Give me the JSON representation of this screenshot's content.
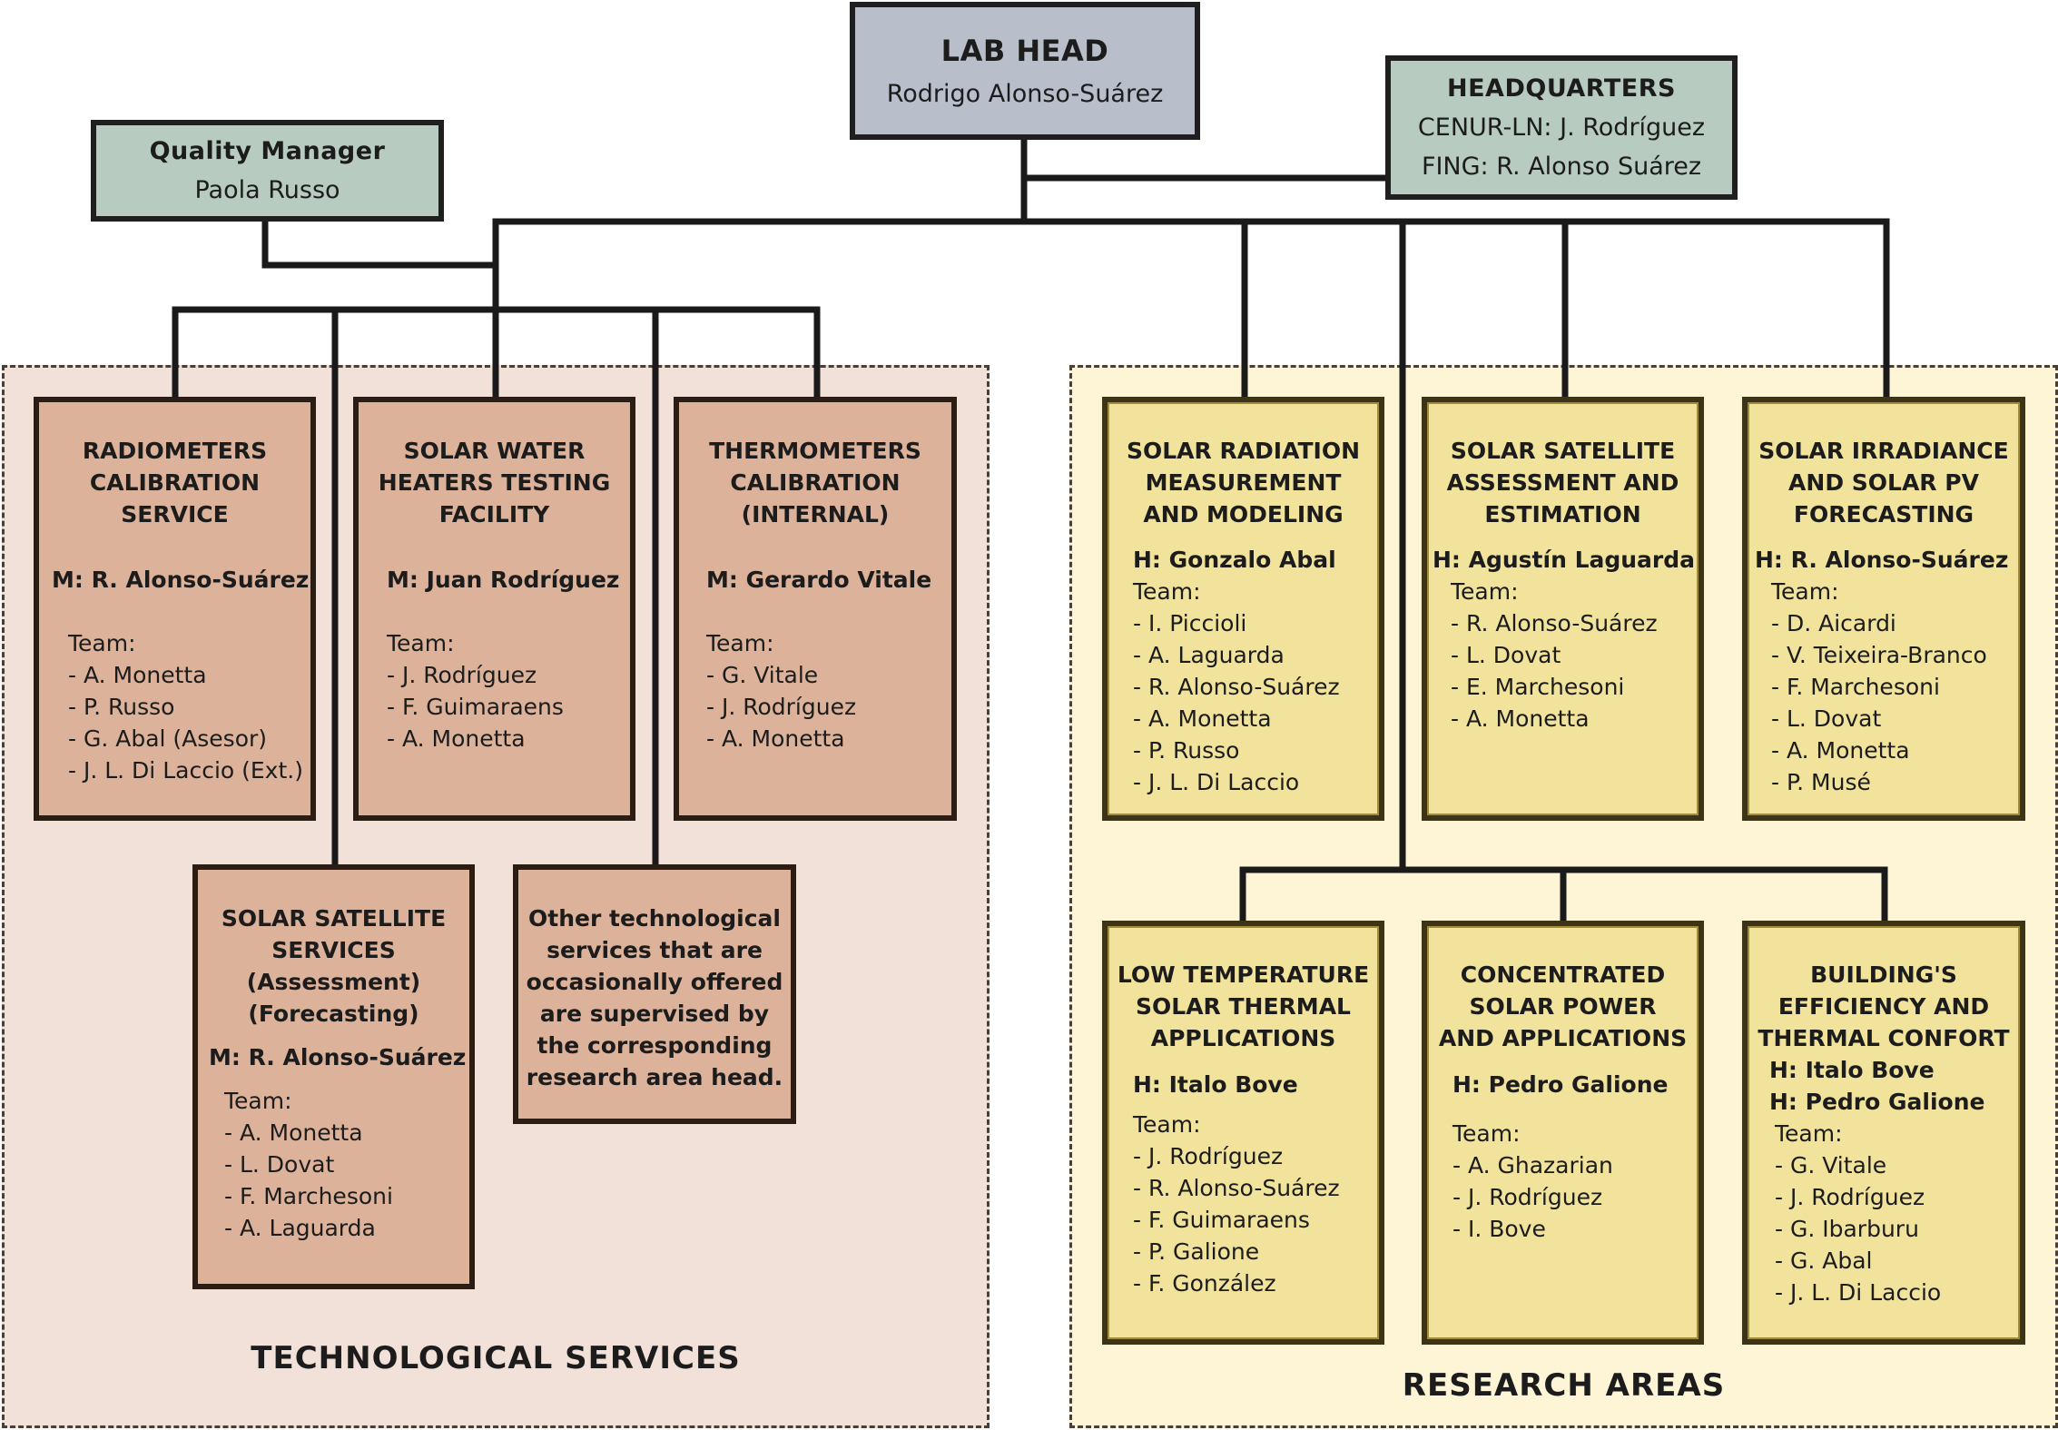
{
  "lab_head": {
    "title": "LAB HEAD",
    "name": "Rodrigo Alonso-Suárez"
  },
  "quality_manager": {
    "title": "Quality Manager",
    "name": "Paola Russo"
  },
  "headquarters": {
    "title": "HEADQUARTERS",
    "lines": [
      "CENUR-LN: J. Rodríguez",
      "FING: R. Alonso Suárez"
    ]
  },
  "technological_services": {
    "title": "TECHNOLOGICAL SERVICES",
    "units": [
      {
        "title": [
          "RADIOMETERS",
          "CALIBRATION",
          "SERVICE"
        ],
        "head": "M: R. Alonso-Suárez",
        "team_label": "Team:",
        "team": [
          "- A. Monetta",
          "- P. Russo",
          "- G. Abal (Asesor)",
          "- J. L. Di Laccio (Ext.)"
        ]
      },
      {
        "title": [
          "SOLAR WATER",
          "HEATERS TESTING",
          "FACILITY"
        ],
        "head": "M: Juan Rodríguez",
        "team_label": "Team:",
        "team": [
          "- J. Rodríguez",
          "- F. Guimaraens",
          "- A. Monetta"
        ]
      },
      {
        "title": [
          "THERMOMETERS",
          "CALIBRATION",
          "(INTERNAL)"
        ],
        "head": "M: Gerardo Vitale",
        "team_label": "Team:",
        "team": [
          "- G. Vitale",
          "- J. Rodríguez",
          "- A. Monetta"
        ]
      },
      {
        "title": [
          "SOLAR SATELLITE",
          "SERVICES",
          "(Assessment)",
          "(Forecasting)"
        ],
        "head": "M: R. Alonso-Suárez",
        "team_label": "Team:",
        "team": [
          "- A. Monetta",
          "- L. Dovat",
          "- F. Marchesoni",
          "- A. Laguarda"
        ]
      }
    ],
    "note": [
      "Other technological",
      "services that are",
      "occasionally offered",
      "are supervised by",
      "the corresponding",
      "research area head."
    ]
  },
  "research_areas": {
    "title": "RESEARCH AREAS",
    "units": [
      {
        "title": [
          "SOLAR RADIATION",
          "MEASUREMENT",
          "AND MODELING"
        ],
        "heads": [
          "H: Gonzalo Abal"
        ],
        "team_label": "Team:",
        "team": [
          "- I. Piccioli",
          "- A. Laguarda",
          "- R. Alonso-Suárez",
          "- A. Monetta",
          "- P. Russo",
          "- J. L. Di Laccio"
        ]
      },
      {
        "title": [
          "SOLAR SATELLITE",
          "ASSESSMENT AND",
          "ESTIMATION"
        ],
        "heads": [
          "H: Agustín Laguarda"
        ],
        "team_label": "Team:",
        "team": [
          "- R. Alonso-Suárez",
          "- L. Dovat",
          "- E. Marchesoni",
          "- A. Monetta"
        ]
      },
      {
        "title": [
          "SOLAR IRRADIANCE",
          "AND SOLAR PV",
          "FORECASTING"
        ],
        "heads": [
          "H: R. Alonso-Suárez"
        ],
        "team_label": "Team:",
        "team": [
          "- D. Aicardi",
          "- V. Teixeira-Branco",
          "- F. Marchesoni",
          "- L. Dovat",
          "- A. Monetta",
          "- P. Musé"
        ]
      },
      {
        "title": [
          "LOW TEMPERATURE",
          "SOLAR THERMAL",
          "APPLICATIONS"
        ],
        "heads": [
          "H: Italo Bove"
        ],
        "team_label": "Team:",
        "team": [
          "- J. Rodríguez",
          "- R. Alonso-Suárez",
          "- F. Guimaraens",
          "- P. Galione",
          "- F. González"
        ]
      },
      {
        "title": [
          "CONCENTRATED",
          "SOLAR POWER",
          "AND APPLICATIONS"
        ],
        "heads": [
          "H: Pedro Galione"
        ],
        "team_label": "Team:",
        "team": [
          "- A. Ghazarian",
          "- J. Rodríguez",
          "- I. Bove"
        ]
      },
      {
        "title": [
          "BUILDING'S",
          "EFFICIENCY AND",
          "THERMAL CONFORT"
        ],
        "heads": [
          "H: Italo Bove",
          "H: Pedro Galione"
        ],
        "team_label": "Team:",
        "team": [
          "- G. Vitale",
          "- J. Rodríguez",
          "- G. Ibarburu",
          "- G. Abal",
          "- J. L. Di Laccio"
        ]
      }
    ]
  }
}
